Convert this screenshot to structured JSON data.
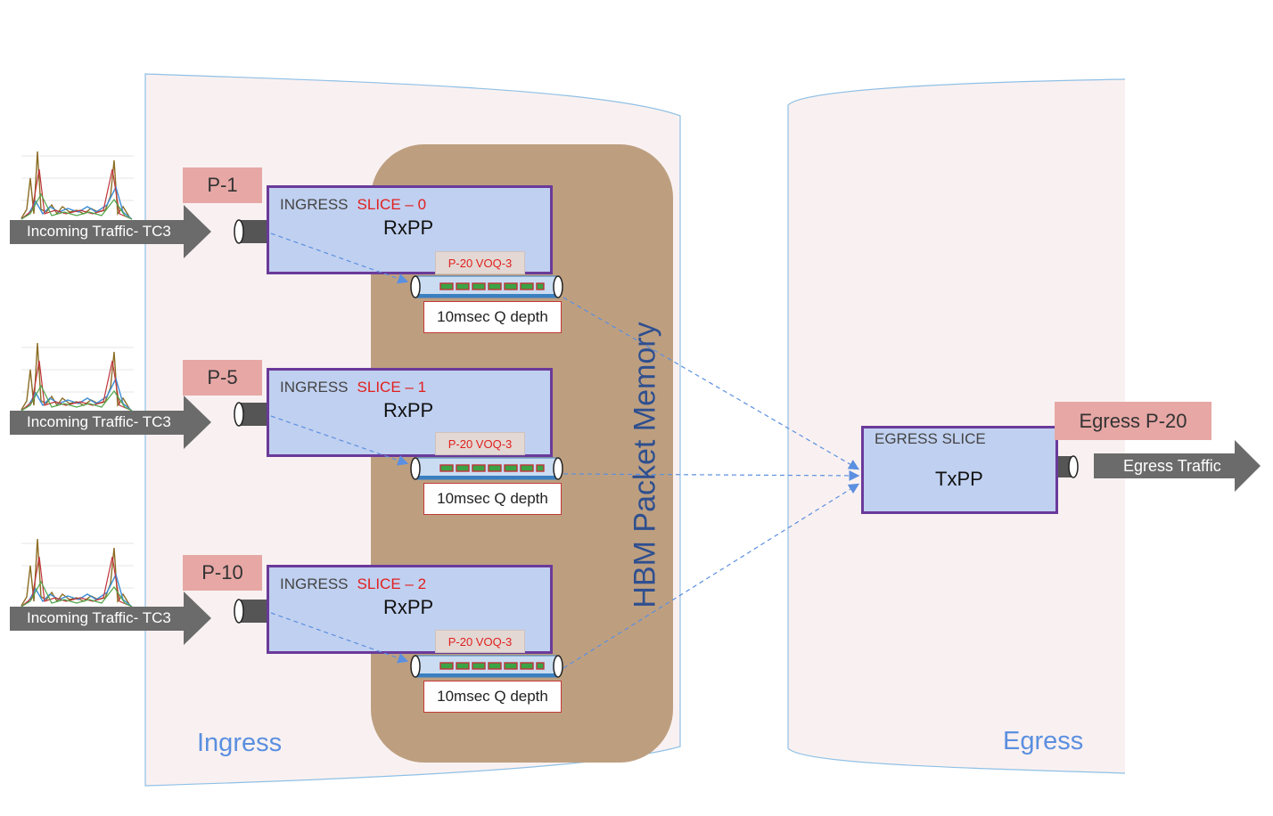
{
  "regions": {
    "ingress_label": "Ingress",
    "egress_label": "Egress",
    "memory_label": "HBM Packet Memory"
  },
  "ingress_slices": [
    {
      "port": "P-1",
      "incoming": "Incoming Traffic- TC3",
      "slice_prefix": "INGRESS",
      "slice_name": "SLICE – 0",
      "processor": "RxPP",
      "voq": "P-20 VOQ-3",
      "qdepth": "10msec Q depth"
    },
    {
      "port": "P-5",
      "incoming": "Incoming Traffic- TC3",
      "slice_prefix": "INGRESS",
      "slice_name": "SLICE – 1",
      "processor": "RxPP",
      "voq": "P-20 VOQ-3",
      "qdepth": "10msec Q depth"
    },
    {
      "port": "P-10",
      "incoming": "Incoming Traffic- TC3",
      "slice_prefix": "INGRESS",
      "slice_name": "SLICE – 2",
      "processor": "RxPP",
      "voq": "P-20 VOQ-3",
      "qdepth": "10msec Q depth"
    }
  ],
  "egress": {
    "slice_label": "EGRESS  SLICE",
    "processor": "TxPP",
    "port": "Egress P-20",
    "traffic": "Egress Traffic"
  },
  "colors": {
    "region_fill": "#f9f1f1",
    "region_border": "#8fc0e6",
    "memory_fill": "#bd9f80",
    "slice_fill": "#c0d0f0",
    "slice_border": "#6a3a9a",
    "port_tag": "#e6a7a5",
    "arrow_gray": "#6b6b6b",
    "accent_blue": "#5b8fe0",
    "slice_red": "#e0201e"
  }
}
